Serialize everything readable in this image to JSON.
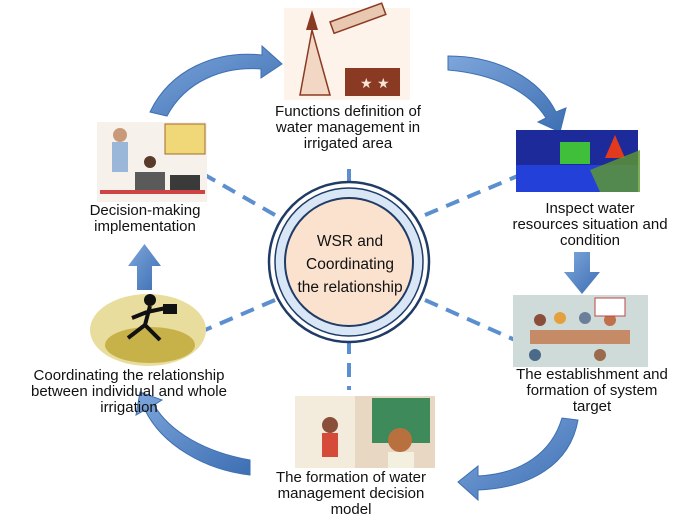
{
  "center": {
    "lines": [
      "WSR and",
      "Coordinating",
      "the relationship"
    ]
  },
  "nodes": {
    "functions": {
      "lines": [
        "Functions definition of",
        "water management in",
        "irrigated area"
      ]
    },
    "inspect": {
      "lines": [
        "Inspect water",
        "resources situation and",
        "condition"
      ]
    },
    "target": {
      "lines": [
        "The establishment and",
        "formation of system",
        "target"
      ]
    },
    "model": {
      "lines": [
        "The formation of water",
        "management decision",
        "model"
      ]
    },
    "coordinate": {
      "lines": [
        "Coordinating the relationship",
        "between individual and whole",
        "irrigation"
      ]
    },
    "decision": {
      "lines": [
        "Decision-making",
        "implementation"
      ]
    }
  },
  "colors": {
    "arrow": "#4f7fc1",
    "connector": "#5b8fcf",
    "ring": "#1f3b66",
    "ring_fill": "#d8e6f5",
    "core_fill": "#fbe2cf"
  }
}
